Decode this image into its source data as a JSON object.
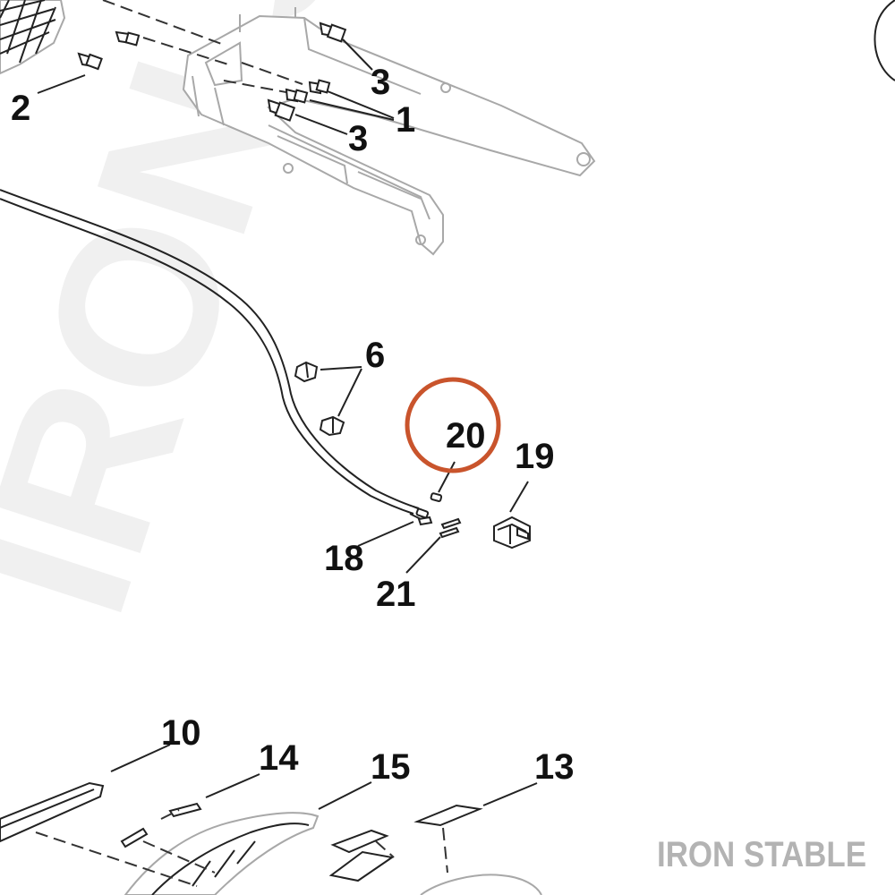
{
  "watermark": {
    "text": "IRON STABLE"
  },
  "brand_mark": {
    "text": "IRON STABLE"
  },
  "highlight": {
    "color": "#c9542c",
    "target": "20"
  },
  "callouts": {
    "c1": "1",
    "c2": "2",
    "c3a": "3",
    "c3b": "3",
    "c6": "6",
    "c10": "10",
    "c13": "13",
    "c14": "14",
    "c15": "15",
    "c18": "18",
    "c19": "19",
    "c20": "20",
    "c21": "21"
  }
}
